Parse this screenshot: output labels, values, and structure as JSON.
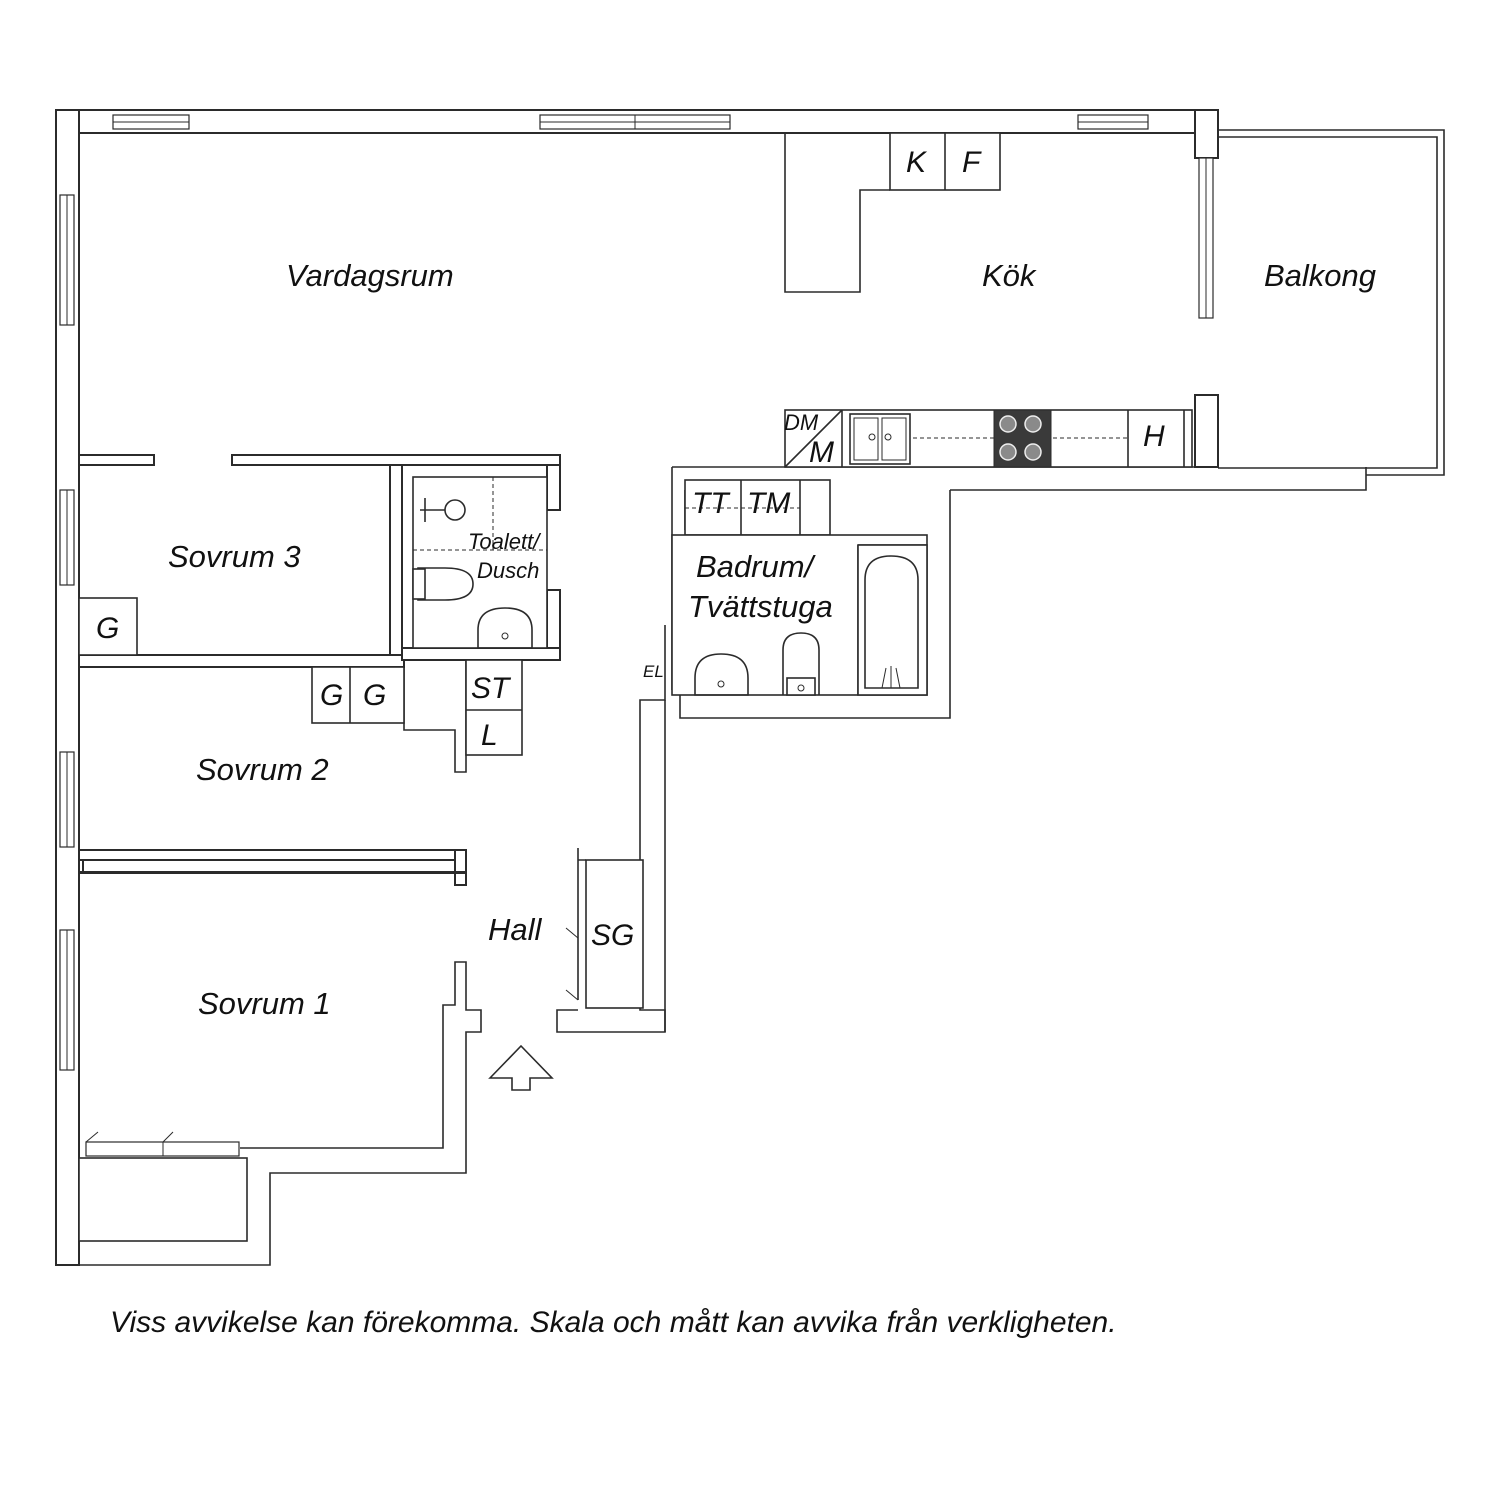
{
  "rooms": {
    "vardagsrum": "Vardagsrum",
    "kok": "Kök",
    "balkong": "Balkong",
    "sovrum3": "Sovrum 3",
    "sovrum2": "Sovrum 2",
    "sovrum1": "Sovrum 1",
    "hall": "Hall",
    "toalett_line1": "Toalett/",
    "toalett_line2": "Dusch",
    "badrum_line1": "Badrum/",
    "badrum_line2": "Tvättstuga"
  },
  "fixtures": {
    "k": "K",
    "f": "F",
    "h": "H",
    "dm": "DM",
    "m": "M",
    "tt": "TT",
    "tm": "TM",
    "g_sovrum3": "G",
    "g1_sovrum2": "G",
    "g2_sovrum2": "G",
    "st": "ST",
    "l": "L",
    "sg": "SG",
    "el": "EL"
  },
  "disclaimer": "Viss avvikelse kan förekomma. Skala och mått kan avvika från verkligheten."
}
